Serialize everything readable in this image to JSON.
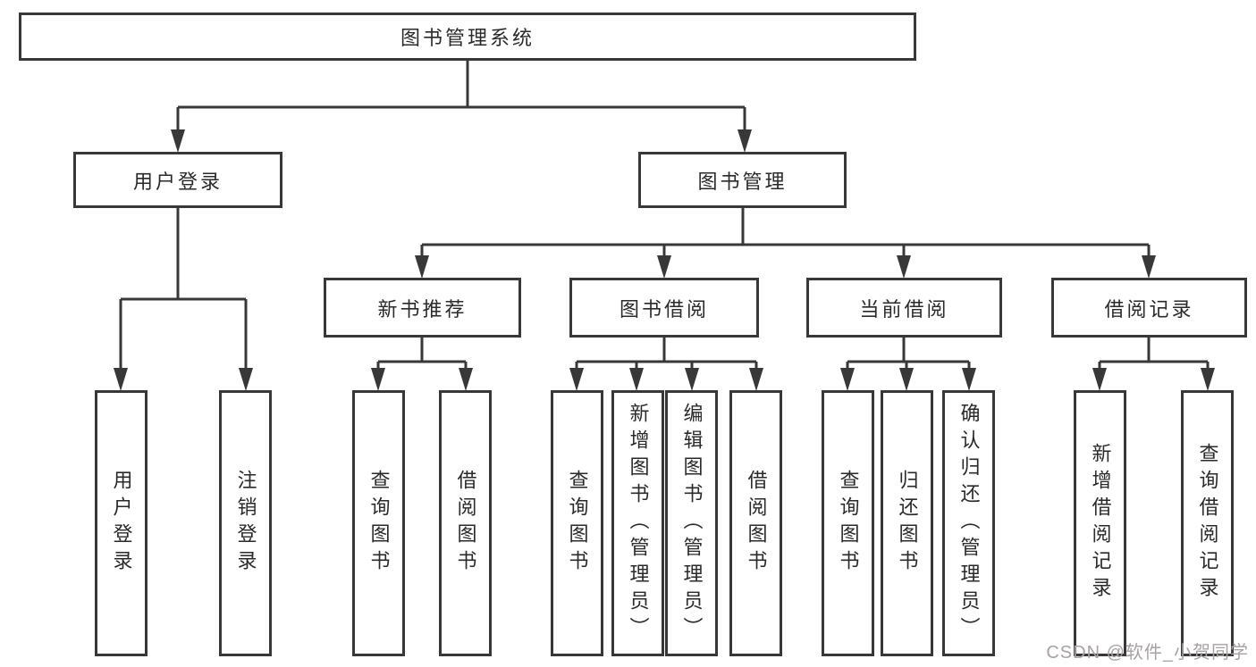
{
  "diagram": {
    "tree": {
      "label": "图书管理系统",
      "children": [
        {
          "label": "用户登录",
          "children": [
            {
              "label": "用户登录"
            },
            {
              "label": "注销登录"
            }
          ]
        },
        {
          "label": "图书管理",
          "children": [
            {
              "label": "新书推荐",
              "children": [
                {
                  "label": "查询图书"
                },
                {
                  "label": "借阅图书"
                }
              ]
            },
            {
              "label": "图书借阅",
              "children": [
                {
                  "label": "查询图书"
                },
                {
                  "label": "新增图书（管理员）"
                },
                {
                  "label": "编辑图书（管理员）"
                },
                {
                  "label": "借阅图书"
                }
              ]
            },
            {
              "label": "当前借阅",
              "children": [
                {
                  "label": "查询图书"
                },
                {
                  "label": "归还图书"
                },
                {
                  "label": "确认归还（管理员）"
                }
              ]
            },
            {
              "label": "借阅记录",
              "children": [
                {
                  "label": "新增借阅记录"
                },
                {
                  "label": "查询借阅记录"
                }
              ]
            }
          ]
        }
      ]
    }
  },
  "watermark": {
    "text": "CSDN @软件_小贺同学"
  },
  "colors": {
    "line": "#383838",
    "text": "#2a2a2a",
    "watermark": "#a8a2a2",
    "background": "#ffffff"
  }
}
